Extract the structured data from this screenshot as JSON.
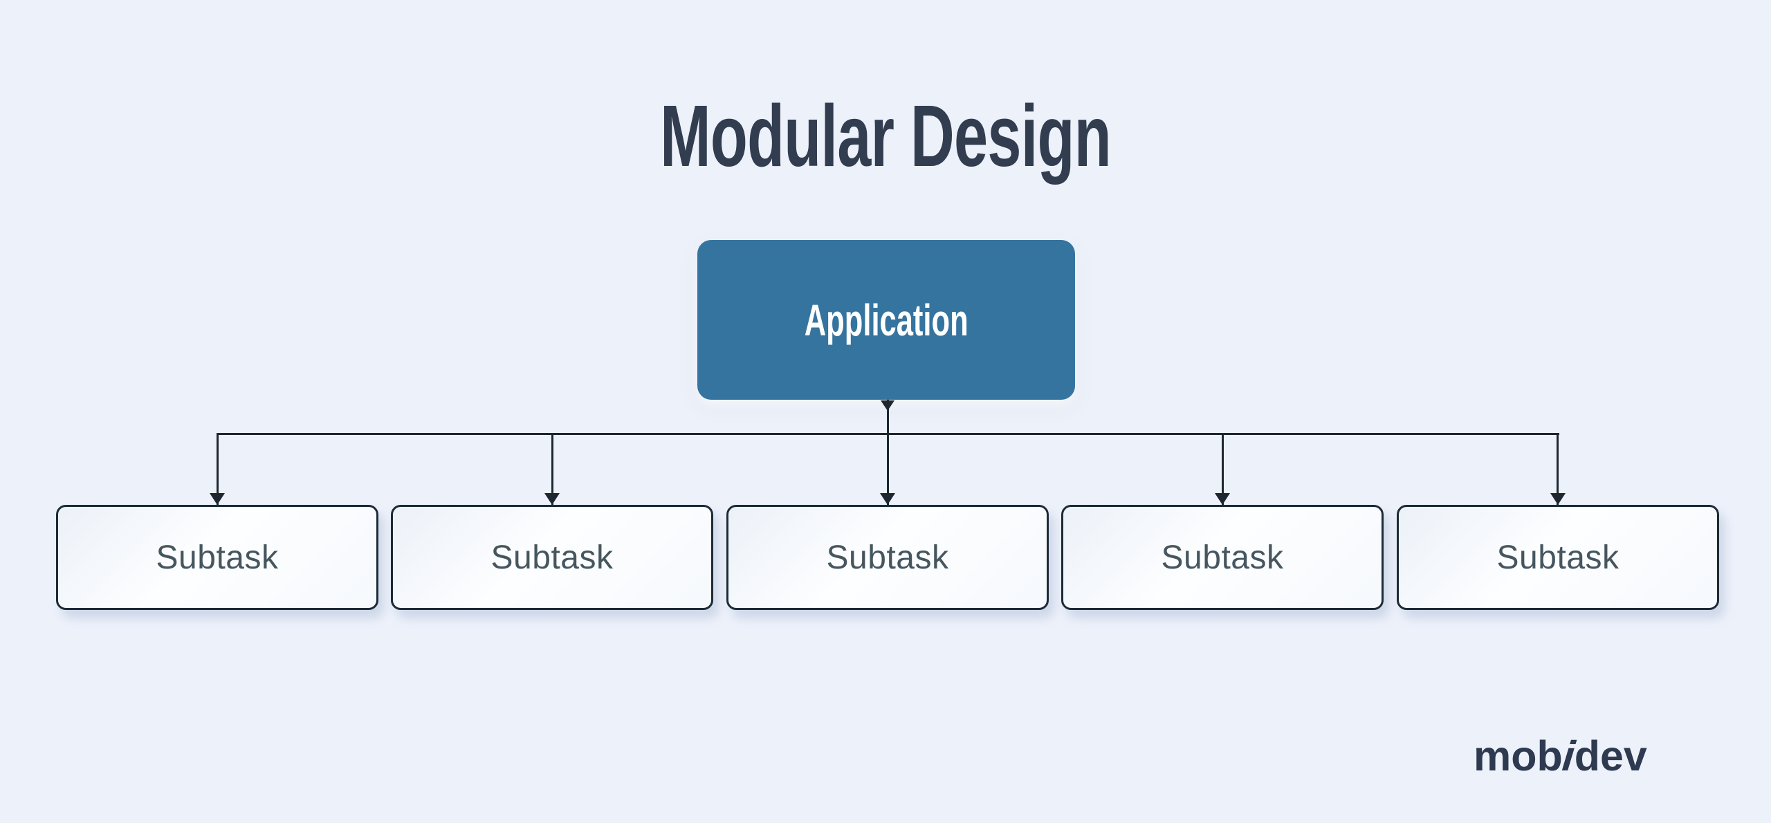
{
  "title": "Modular Design",
  "diagram": {
    "root_label": "Application",
    "subtasks": [
      {
        "label": "Subtask"
      },
      {
        "label": "Subtask"
      },
      {
        "label": "Subtask"
      },
      {
        "label": "Subtask"
      },
      {
        "label": "Subtask"
      }
    ],
    "colors": {
      "background": "#edf1fa",
      "root_fill": "#35749f",
      "root_text": "#ffffff",
      "connector_line": "#1d2730",
      "subtask_border": "#1c2b36",
      "subtask_text": "#46565f",
      "title_text": "#323d50",
      "logo_text": "#2e3a50"
    }
  },
  "branding": {
    "logo_text": "mobidev",
    "logo_prefix": "mob",
    "logo_italic": "i",
    "logo_suffix": "dev"
  }
}
